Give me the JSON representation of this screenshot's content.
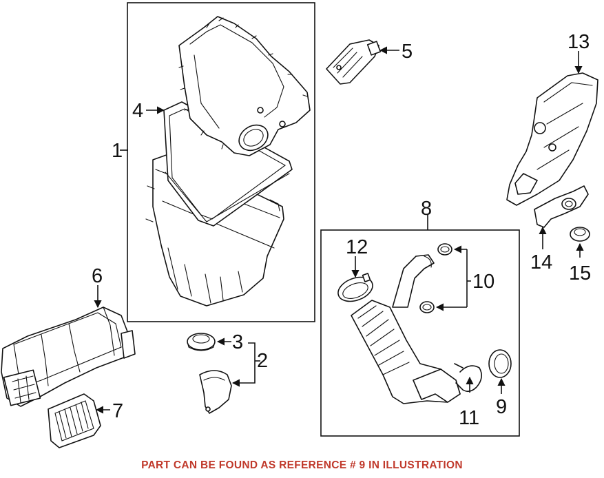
{
  "colors": {
    "line": "#111111",
    "background": "#ffffff",
    "note": "#c0392b"
  },
  "callouts": [
    "1",
    "2",
    "3",
    "4",
    "5",
    "6",
    "7",
    "8",
    "9",
    "10",
    "11",
    "12",
    "13",
    "14",
    "15"
  ],
  "footer": {
    "note": "PART CAN BE FOUND AS REFERENCE # 9 IN ILLUSTRATION"
  }
}
